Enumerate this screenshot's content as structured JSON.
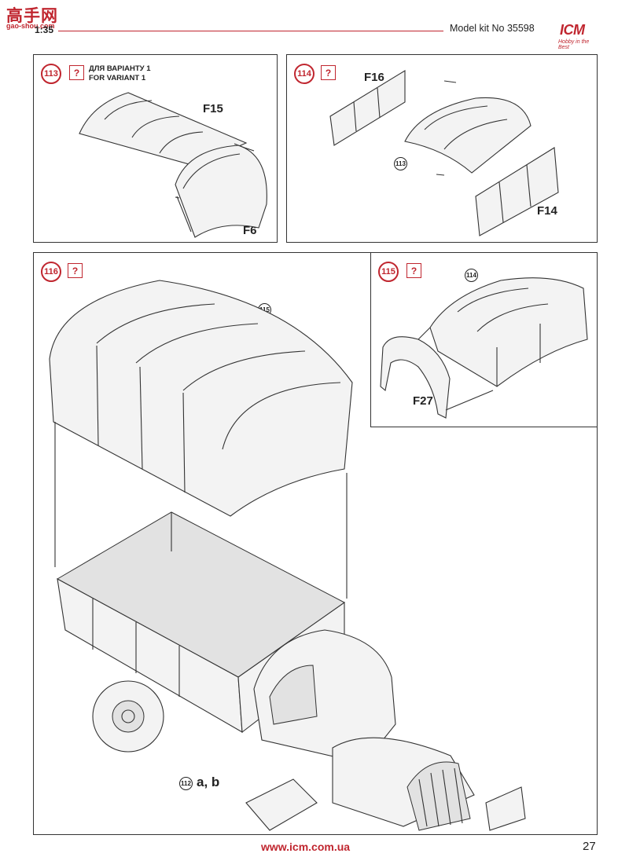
{
  "header": {
    "watermark_cn": "高手网",
    "watermark_url": "gao-shou.com",
    "scale": "1:35",
    "model_kit": "Model kit No 35598",
    "brand": "ICM",
    "brand_tagline": "Hobby in the Best"
  },
  "steps": {
    "s113": {
      "number": "113",
      "question": "?",
      "variant_ua": "ДЛЯ ВАРІАНТУ 1",
      "variant_en": "FOR VARIANT 1",
      "parts": [
        "F15",
        "F6"
      ]
    },
    "s114": {
      "number": "114",
      "question": "?",
      "parts": [
        "F16",
        "F14"
      ],
      "ref": "113"
    },
    "s115": {
      "number": "115",
      "question": "?",
      "parts": [
        "F27"
      ],
      "ref": "114"
    },
    "s116": {
      "number": "116",
      "question": "?",
      "ref_top": "115",
      "ref_bottom": "112",
      "ref_bottom_suffix": "a, b"
    }
  },
  "footer": {
    "url": "www.icm.com.ua",
    "page": "27"
  },
  "colors": {
    "accent": "#c0262f",
    "line": "#333333"
  }
}
